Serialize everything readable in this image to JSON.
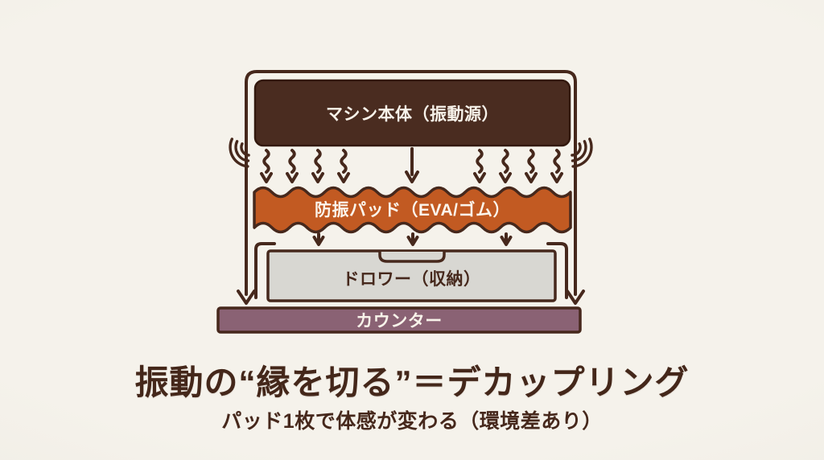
{
  "colors": {
    "background": "#f3f0e9",
    "ink": "#46281c",
    "machine_fill": "#4a2c20",
    "pad_fill": "#c25a22",
    "drawer_fill": "#d8d7d2",
    "counter_fill": "#8a6274",
    "light_text": "#f8f3ea"
  },
  "diagram": {
    "machine": {
      "label": "マシン本体（振動源）"
    },
    "pad": {
      "label": "防振パッド（EVA/ゴム）"
    },
    "drawer": {
      "label": "ドロワー（収納）"
    },
    "counter": {
      "label": "カウンター"
    }
  },
  "icons": {
    "vibration-wave-arrow": "vertical squiggle with down arrowhead (4 left, 4 right)",
    "transmission-arrow": "straight down arrow (center)",
    "damped-arrow": "short down chevron (3 between pad and drawer)",
    "vibration-arc": "three concentric arcs at each lower corner of machine box",
    "flanking-path": "rounded frame around machine with down arrowheads ending at counter"
  },
  "caption": {
    "title": "振動の“縁を切る”＝デカップリング",
    "subtitle": "パッド1枚で体感が変わる（環境差あり）"
  }
}
